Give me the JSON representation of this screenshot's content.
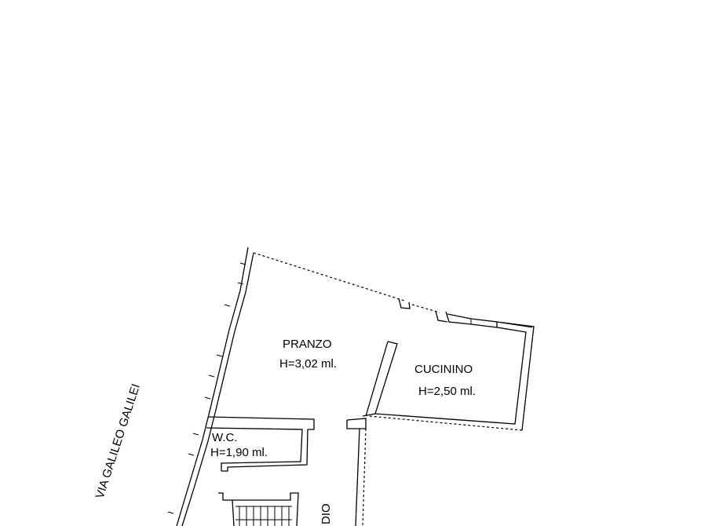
{
  "street": {
    "name": "VIA GALILEO GALILEI"
  },
  "rooms": [
    {
      "id": "pranzo",
      "name": "PRANZO",
      "height": "H=3,02 ml."
    },
    {
      "id": "cucinino",
      "name": "CUCININO",
      "height": "H=2,50 ml."
    },
    {
      "id": "wc",
      "name": "W.C.",
      "height": "H=1,90 ml."
    },
    {
      "id": "partial",
      "name": "DIO"
    }
  ]
}
